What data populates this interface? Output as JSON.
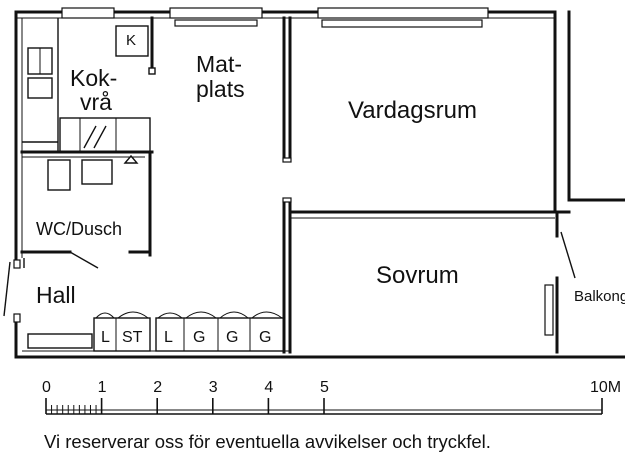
{
  "rooms": {
    "kok_line1": "Kok-",
    "kok_line2": "vrå",
    "k_label": "K",
    "mat_line1": "Mat-",
    "mat_line2": "plats",
    "vardagsrum": "Vardagsrum",
    "wc": "WC/Dusch",
    "sovrum": "Sovrum",
    "hall": "Hall",
    "balkong": "Balkong"
  },
  "closets": [
    "L",
    "ST",
    "L",
    "G",
    "G",
    "G"
  ],
  "scale": {
    "ticks": [
      "0",
      "1",
      "2",
      "3",
      "4",
      "5"
    ],
    "end_label": "10M",
    "values": [
      0,
      1,
      2,
      3,
      4,
      5
    ],
    "end_value": 10
  },
  "disclaimer": "Vi reserverar oss för eventuella avvikelser och tryckfel."
}
